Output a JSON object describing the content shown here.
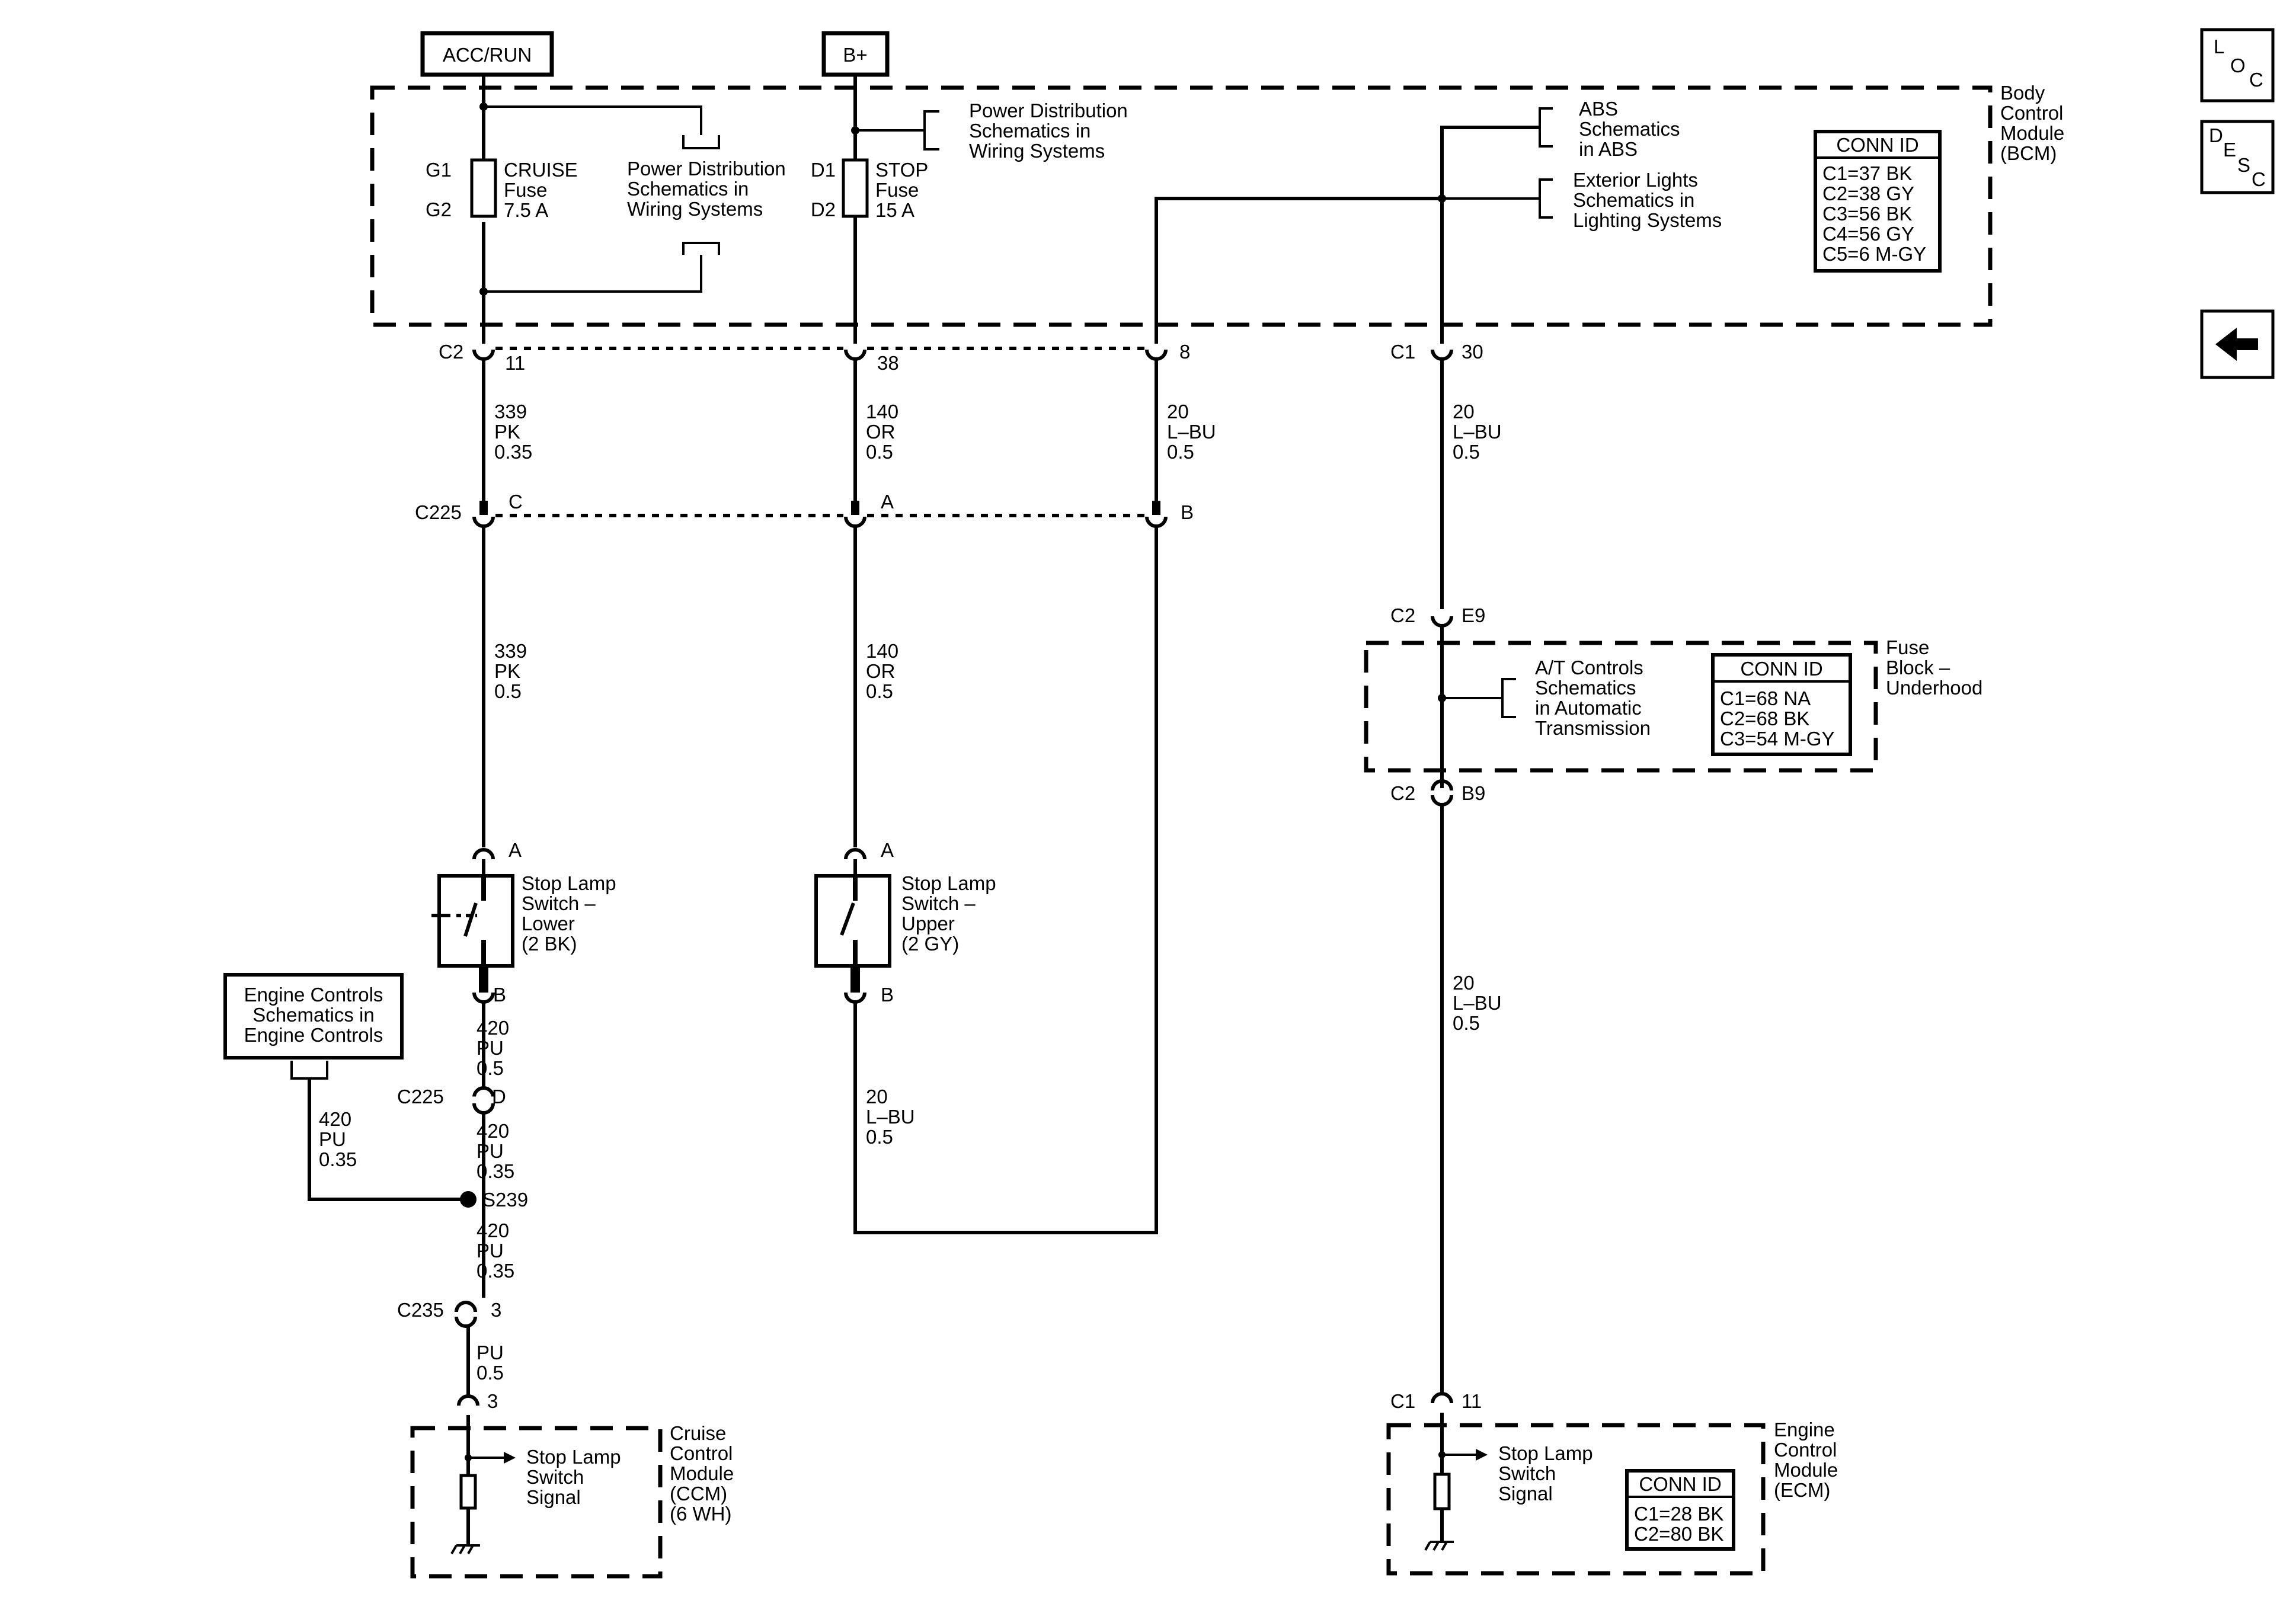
{
  "sources": {
    "acc_run": "ACC/RUN",
    "bplus": "B+"
  },
  "nav": {
    "loc": [
      "L",
      "O",
      "C"
    ],
    "desc": [
      "D",
      "E",
      "S",
      "C"
    ],
    "back": "back-arrow"
  },
  "bcm": {
    "name": [
      "Body",
      "Control",
      "Module",
      "(BCM)"
    ],
    "conn_title": "CONN ID",
    "conn": [
      "C1=37 BK",
      "C2=38 GY",
      "C3=56 BK",
      "C4=56 GY",
      "C5=6 M-GY"
    ],
    "cruise_fuse": {
      "top": "G1",
      "bottom": "G2",
      "label": [
        "CRUISE",
        "Fuse",
        "7.5 A"
      ]
    },
    "stop_fuse": {
      "top": "D1",
      "bottom": "D2",
      "label": [
        "STOP",
        "Fuse",
        "15 A"
      ]
    },
    "pdist_left": [
      "Power Distribution",
      "Schematics in",
      "Wiring Systems"
    ],
    "pdist_right": [
      "Power Distribution",
      "Schematics in",
      "Wiring Systems"
    ],
    "abs": [
      "ABS",
      "Schematics",
      "in ABS"
    ],
    "ext": [
      "Exterior Lights",
      "Schematics in",
      "Lighting Systems"
    ],
    "c2": "C2",
    "c1": "C1",
    "pins": {
      "p11": "11",
      "p38": "38",
      "p8": "8",
      "p30": "30"
    }
  },
  "wires": {
    "w1": [
      "339",
      "PK",
      "0.35"
    ],
    "w2": [
      "140",
      "OR",
      "0.5"
    ],
    "w3": [
      "20",
      "L–BU",
      "0.5"
    ],
    "w4": [
      "20",
      "L–BU",
      "0.5"
    ],
    "w5": [
      "339",
      "PK",
      "0.5"
    ],
    "w6": [
      "140",
      "OR",
      "0.5"
    ],
    "w7": [
      "20",
      "L–BU",
      "0.5"
    ],
    "w8": [
      "420",
      "PU",
      "0.5"
    ],
    "w9": [
      "20",
      "L–BU",
      "0.5"
    ],
    "w10": [
      "420",
      "PU",
      "0.35"
    ],
    "w11": [
      "420",
      "PU",
      "0.35"
    ],
    "w12": [
      "420",
      "PU",
      "0.35"
    ],
    "w13": [
      "PU",
      "0.5"
    ]
  },
  "c225": {
    "name": "C225",
    "c": "C",
    "a": "A",
    "b": "B",
    "d": "D"
  },
  "fuse_block": {
    "name": [
      "Fuse",
      "Block –",
      "Underhood"
    ],
    "conn_title": "CONN ID",
    "conn": [
      "C1=68 NA",
      "C2=68 BK",
      "C3=54 M-GY"
    ],
    "at": [
      "A/T Controls",
      "Schematics",
      "in Automatic",
      "Transmission"
    ],
    "c2": "C2",
    "e9": "E9",
    "b9": "B9"
  },
  "sw_lower": {
    "label": [
      "Stop Lamp",
      "Switch –",
      "Lower",
      "(2 BK)"
    ],
    "a": "A",
    "b": "B"
  },
  "sw_upper": {
    "label": [
      "Stop Lamp",
      "Switch –",
      "Upper",
      "(2 GY)"
    ],
    "a": "A",
    "b": "B"
  },
  "eng": [
    "Engine Controls",
    "Schematics in",
    "Engine Controls"
  ],
  "s239": "S239",
  "c235": {
    "name": "C235",
    "pin": "3"
  },
  "ccm": {
    "pin": "3",
    "name": [
      "Cruise",
      "Control",
      "Module",
      "(CCM)",
      "(6 WH)"
    ],
    "signal": [
      "Stop Lamp",
      "Switch",
      "Signal"
    ]
  },
  "ecm": {
    "c1": "C1",
    "pin": "11",
    "name": [
      "Engine",
      "Control",
      "Module",
      "(ECM)"
    ],
    "signal": [
      "Stop Lamp",
      "Switch",
      "Signal"
    ],
    "conn_title": "CONN ID",
    "conn": [
      "C1=28 BK",
      "C2=80 BK"
    ]
  }
}
